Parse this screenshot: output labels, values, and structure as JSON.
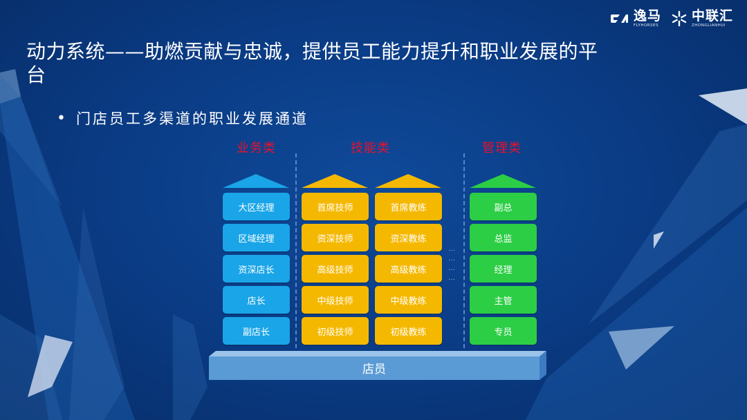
{
  "logo": {
    "brand1_text": "逸马",
    "brand1_sub": "FLYHORSES",
    "brand2_text": "中联汇",
    "brand2_sub": "ZHONGLIANHUI"
  },
  "title": "动力系统——助燃贡献与忠诚，提供员工能力提升和职业发展的平台",
  "bullet": "门店员工多渠道的职业发展通道",
  "categories": {
    "business": "业务类",
    "skill": "技能类",
    "management": "管理类"
  },
  "columns": {
    "business": [
      "大区经理",
      "区域经理",
      "资深店长",
      "店长",
      "副店长"
    ],
    "technician": [
      "首席技师",
      "资深技师",
      "高级技师",
      "中级技师",
      "初级技师"
    ],
    "coach": [
      "首席教练",
      "资深教练",
      "高级教练",
      "中级教练",
      "初级教练"
    ],
    "management": [
      "副总",
      "总监",
      "经理",
      "主管",
      "专员"
    ]
  },
  "ellipsis": [
    "…",
    "…",
    "…",
    "…"
  ],
  "base": "店员",
  "colors": {
    "background": "#0a3a82",
    "category_text": "#e8112d",
    "business_blue": "#1aa5e8",
    "skill_gold": "#f5b800",
    "management_green": "#2cce45",
    "base_block": "#5b9bd5"
  }
}
